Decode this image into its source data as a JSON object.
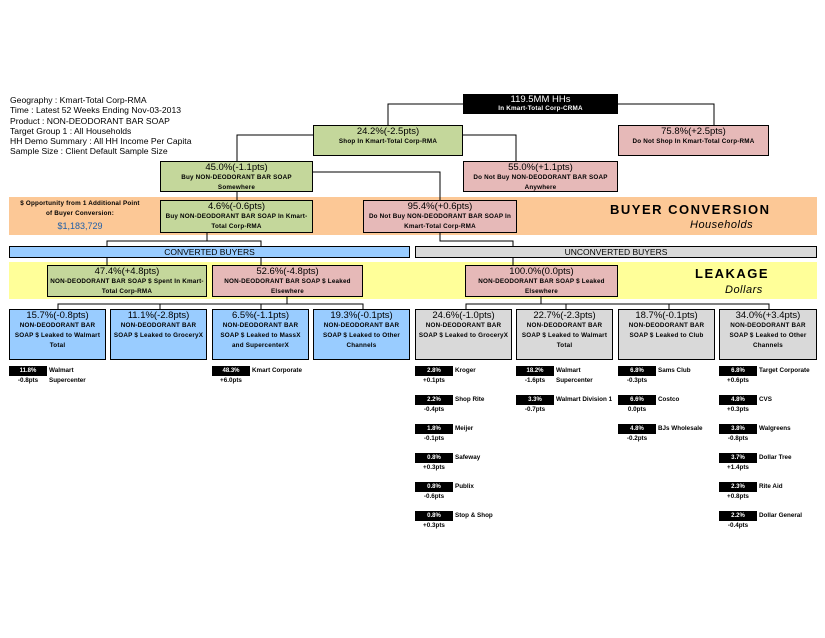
{
  "info": [
    "Geography : Kmart-Total Corp-RMA",
    "Time : Latest 52 Weeks Ending Nov-03-2013",
    "Product : NON-DEODORANT BAR SOAP",
    "Target Group 1 : All Households",
    "HH Demo Summary : All HH Income Per Capita",
    "Sample Size : Client Default Sample Size"
  ],
  "nodes": {
    "root": {
      "pct": "119.5MM HHs",
      "label": "In Kmart-Total Corp-CRMA"
    },
    "shop": {
      "pct": "24.2%(-2.5pts)",
      "label": "Shop In Kmart-Total Corp-RMA"
    },
    "noshop": {
      "pct": "75.8%(+2.5pts)",
      "label": "Do Not Shop In Kmart-Total Corp-RMA"
    },
    "buy_somewhere": {
      "pct": "45.0%(-1.1pts)",
      "label": "Buy NON-DEODORANT BAR SOAP Somewhere"
    },
    "nobuy_anywhere": {
      "pct": "55.0%(+1.1pts)",
      "label": "Do Not Buy NON-DEODORANT BAR SOAP Anywhere"
    },
    "buy_kmart": {
      "pct": "4.6%(-0.6pts)",
      "label": "Buy NON-DEODORANT BAR SOAP In Kmart-Total Corp-RMA"
    },
    "nobuy_kmart": {
      "pct": "95.4%(+0.6pts)",
      "label": "Do Not Buy NON-DEODORANT BAR SOAP In Kmart-Total Corp-RMA"
    },
    "conv_spent": {
      "pct": "47.4%(+4.8pts)",
      "label": "NON-DEODORANT BAR SOAP $ Spent In Kmart-Total Corp-RMA"
    },
    "conv_leaked": {
      "pct": "52.6%(-4.8pts)",
      "label": "NON-DEODORANT BAR SOAP $ Leaked Elsewhere"
    },
    "unconv_leaked": {
      "pct": "100.0%(0.0pts)",
      "label": "NON-DEODORANT BAR SOAP $ Leaked Elsewhere"
    }
  },
  "opportunity": {
    "line1": "$ Opportunity from 1 Additional Point",
    "line2": "of Buyer Conversion:",
    "value": "$1,183,729"
  },
  "bands": {
    "buyer_conversion": {
      "title": "BUYER CONVERSION",
      "subtitle": "Households"
    },
    "leakage": {
      "title": "LEAKAGE",
      "subtitle": "Dollars"
    }
  },
  "bars": {
    "converted": "CONVERTED BUYERS",
    "unconverted": "UNCONVERTED BUYERS"
  },
  "bottom": [
    {
      "pct": "15.7%(-0.8pts)",
      "label": "NON-DEODORANT BAR SOAP $ Leaked to Walmart Total",
      "items": [
        {
          "share": "11.8%",
          "pts": "-0.8pts",
          "name": "Walmart Supercenter"
        }
      ]
    },
    {
      "pct": "11.1%(-2.8pts)",
      "label": "NON-DEODORANT BAR SOAP $ Leaked to GroceryX",
      "items": []
    },
    {
      "pct": "6.5%(-1.1pts)",
      "label": "NON-DEODORANT BAR SOAP $ Leaked to MassX and SupercenterX",
      "items": [
        {
          "share": "48.3%",
          "pts": "+6.0pts",
          "name": "Kmart Corporate"
        }
      ]
    },
    {
      "pct": "19.3%(-0.1pts)",
      "label": "NON-DEODORANT BAR SOAP $ Leaked to Other Channels",
      "items": []
    },
    {
      "pct": "24.6%(-1.0pts)",
      "label": "NON-DEODORANT BAR SOAP $ Leaked to GroceryX",
      "items": [
        {
          "share": "2.8%",
          "pts": "+0.1pts",
          "name": "Kroger"
        },
        {
          "share": "2.2%",
          "pts": "-0.4pts",
          "name": "Shop Rite"
        },
        {
          "share": "1.8%",
          "pts": "-0.1pts",
          "name": "Meijer"
        },
        {
          "share": "0.8%",
          "pts": "+0.3pts",
          "name": "Safeway"
        },
        {
          "share": "0.8%",
          "pts": "-0.6pts",
          "name": "Publix"
        },
        {
          "share": "0.8%",
          "pts": "+0.3pts",
          "name": "Stop & Shop"
        }
      ]
    },
    {
      "pct": "22.7%(-2.3pts)",
      "label": "NON-DEODORANT BAR SOAP $ Leaked to Walmart Total",
      "items": [
        {
          "share": "18.2%",
          "pts": "-1.6pts",
          "name": "Walmart Supercenter"
        },
        {
          "share": "3.3%",
          "pts": "-0.7pts",
          "name": "Walmart Division 1"
        }
      ]
    },
    {
      "pct": "18.7%(-0.1pts)",
      "label": "NON-DEODORANT BAR SOAP $ Leaked to Club",
      "items": [
        {
          "share": "6.8%",
          "pts": "-0.3pts",
          "name": "Sams Club"
        },
        {
          "share": "6.6%",
          "pts": "0.0pts",
          "name": "Costco"
        },
        {
          "share": "4.8%",
          "pts": "-0.2pts",
          "name": "BJs Wholesale"
        }
      ]
    },
    {
      "pct": "34.0%(+3.4pts)",
      "label": "NON-DEODORANT BAR SOAP $ Leaked to Other Channels",
      "items": [
        {
          "share": "6.8%",
          "pts": "+0.6pts",
          "name": "Target Corporate"
        },
        {
          "share": "4.8%",
          "pts": "+0.3pts",
          "name": "CVS"
        },
        {
          "share": "3.8%",
          "pts": "-0.8pts",
          "name": "Walgreens"
        },
        {
          "share": "3.7%",
          "pts": "+1.4pts",
          "name": "Dollar Tree"
        },
        {
          "share": "2.3%",
          "pts": "+0.8pts",
          "name": "Rite Aid"
        },
        {
          "share": "2.2%",
          "pts": "-0.4pts",
          "name": "Dollar General"
        }
      ]
    }
  ],
  "colors": {
    "green": "#c4d79b",
    "pink": "#e6b9b8",
    "blue": "#99ccff",
    "gray": "#d9d9d9",
    "orange_band": "#fcc896",
    "yellow_band": "#ffff99",
    "opportunity_value": "#1f5fa8"
  }
}
